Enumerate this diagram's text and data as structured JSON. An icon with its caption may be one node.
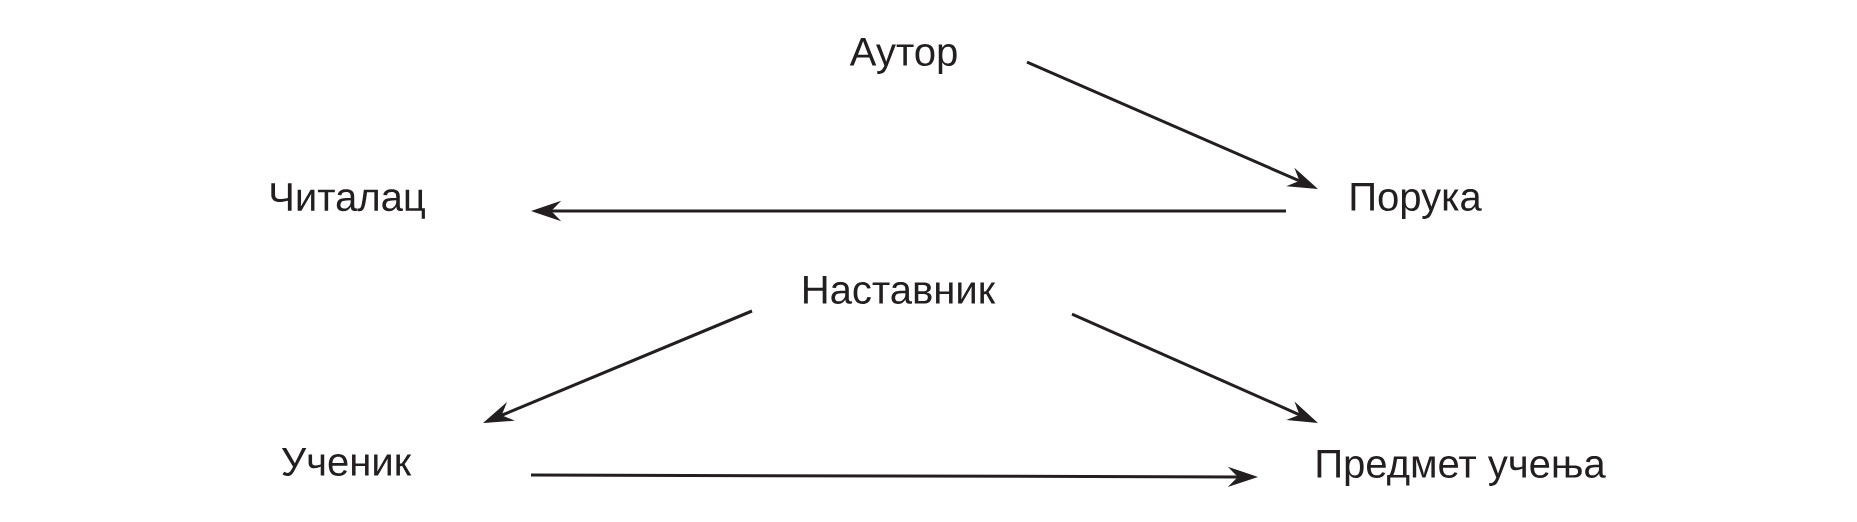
{
  "diagram": {
    "nodes": [
      {
        "text": [
          "Аутор"
        ]
      },
      {
        "text": [
          "Порука"
        ]
      },
      {
        "text": [
          "Читалац"
        ]
      },
      {
        "text": [
          "Наставник"
        ]
      },
      {
        "text": [
          "Ученик"
        ]
      },
      {
        "text": [
          "Предмет учења"
        ]
      }
    ],
    "edges": [
      {
        "from": 0,
        "to": 1,
        "arrow": "to"
      },
      {
        "from": 1,
        "to": 2,
        "arrow": "to"
      },
      {
        "from": 3,
        "to": 4,
        "arrow": "to"
      },
      {
        "from": 3,
        "to": 5,
        "arrow": "to"
      },
      {
        "from": 4,
        "to": 5,
        "arrow": "to"
      }
    ]
  }
}
